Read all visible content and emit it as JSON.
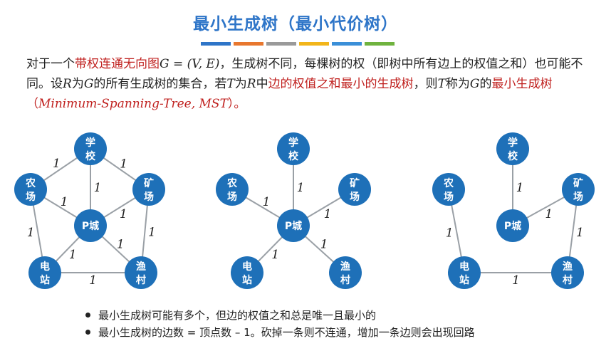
{
  "title": "最小生成树（最小代价树）",
  "color_bars": [
    "#2e75c8",
    "#e8772e",
    "#9a9a9a",
    "#f2b51a",
    "#3a8fd8",
    "#6fb33f"
  ],
  "paragraph": {
    "p1": "对于一个",
    "p2": "带权连通无向图",
    "p3": "G = (V, E)",
    "p4": "，生成树不同，每棵树的权（即树中所有边上的权值之和）也可能不同。设",
    "p5": "R",
    "p6": "为",
    "p7": "G",
    "p8": "的所有生成树的集合，若",
    "p9": "T",
    "p10": "为",
    "p11": "R",
    "p12": "中",
    "p13": "边的权值之和最小的生成树",
    "p14": "，则",
    "p15": "T",
    "p16": "称为",
    "p17": "G",
    "p18": "的",
    "p19": "最小生成树",
    "p20": "（",
    "p21": "Minimum-Spanning-Tree, MST",
    "p22": "）。"
  },
  "graph": {
    "node_labels": {
      "school": [
        "学",
        "校"
      ],
      "farm": [
        "农",
        "场"
      ],
      "mine": [
        "矿",
        "场"
      ],
      "city": [
        "P城"
      ],
      "power": [
        "电",
        "站"
      ],
      "fishing": [
        "渔",
        "村"
      ]
    },
    "weight": "1",
    "graphs": [
      {
        "name": "original",
        "edges": [
          [
            "school",
            "farm"
          ],
          [
            "school",
            "mine"
          ],
          [
            "school",
            "city"
          ],
          [
            "farm",
            "city"
          ],
          [
            "mine",
            "city"
          ],
          [
            "farm",
            "power"
          ],
          [
            "mine",
            "fishing"
          ],
          [
            "city",
            "power"
          ],
          [
            "city",
            "fishing"
          ],
          [
            "power",
            "fishing"
          ]
        ]
      },
      {
        "name": "spanning-tree-1",
        "edges": [
          [
            "school",
            "city"
          ],
          [
            "farm",
            "city"
          ],
          [
            "mine",
            "city"
          ],
          [
            "city",
            "power"
          ],
          [
            "city",
            "fishing"
          ]
        ]
      },
      {
        "name": "spanning-tree-2",
        "edges": [
          [
            "school",
            "city"
          ],
          [
            "farm",
            "power"
          ],
          [
            "mine",
            "city"
          ],
          [
            "mine",
            "fishing"
          ],
          [
            "power",
            "fishing"
          ]
        ]
      }
    ]
  },
  "bullets": [
    "最小生成树可能有多个，但边的权值之和总是唯一且最小的",
    "最小生成树的边数 = 顶点数 – 1。砍掉一条则不连通，增加一条边则会出现回路"
  ]
}
